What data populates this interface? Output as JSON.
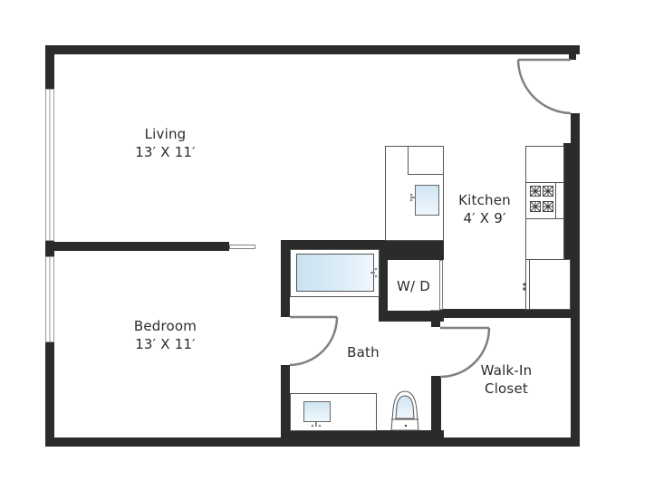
{
  "floor_plan": {
    "colors": {
      "wall": "#2a2b2b",
      "fixture_outline": "#555555",
      "door_swing": "#808080",
      "window": "#9a9a9a",
      "water": "#d3e8f4",
      "background": "#ffffff"
    },
    "rooms": [
      {
        "id": "living",
        "name": "Living",
        "dimensions": "13′ X  11′"
      },
      {
        "id": "bedroom",
        "name": "Bedroom",
        "dimensions": "13′ X  11′"
      },
      {
        "id": "kitchen",
        "name": "Kitchen",
        "dimensions": "4′ X 9′"
      },
      {
        "id": "washer_dryer",
        "name": "W/ D"
      },
      {
        "id": "bath",
        "name": "Bath"
      },
      {
        "id": "walk_in_closet",
        "name": "Walk-In",
        "name_line2": "Closet"
      }
    ],
    "fixtures": [
      "bathtub",
      "bath-sink",
      "toilet",
      "kitchen-sink",
      "cooktop-4-burner",
      "refrigerator",
      "washer-dryer"
    ]
  }
}
